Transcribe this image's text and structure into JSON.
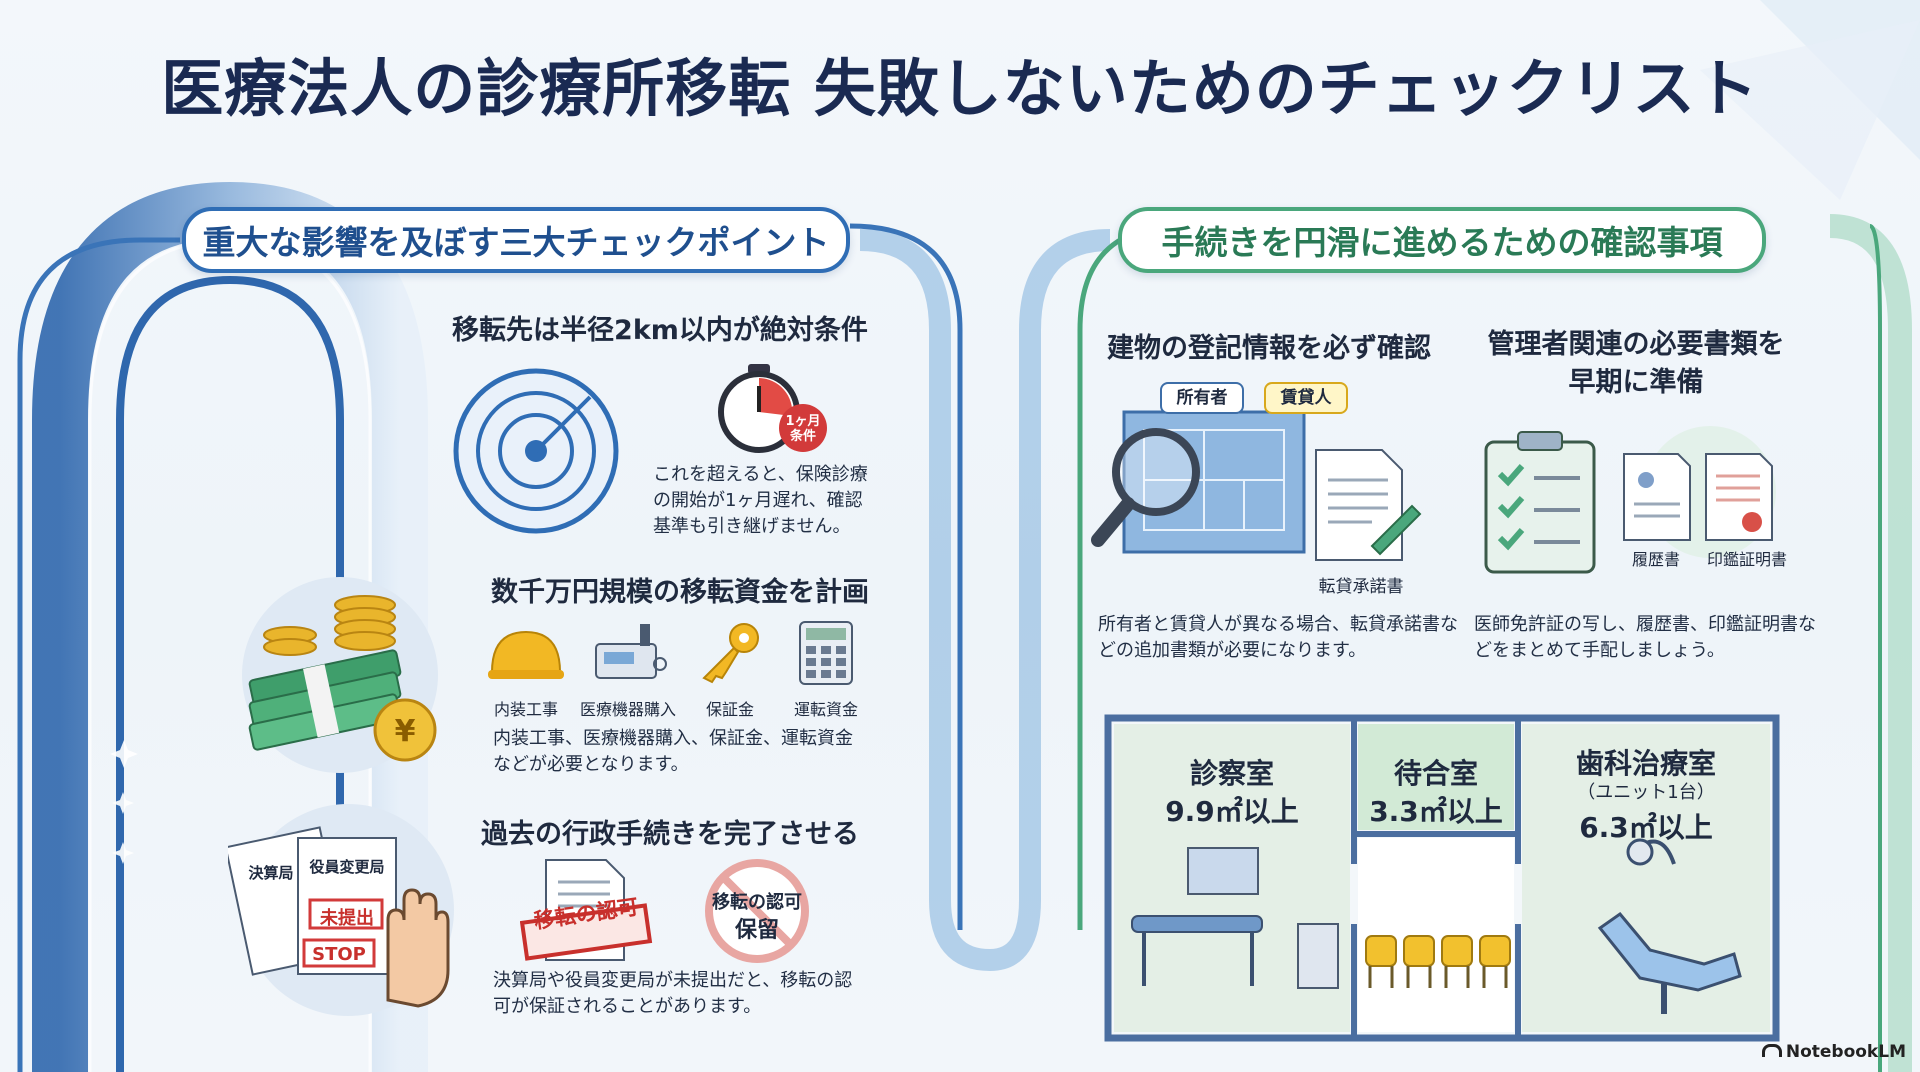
{
  "title": "医療法人の診療所移転 失敗しないためのチェックリスト",
  "left_section": {
    "heading": "重大な影響を及ぼす三大チェックポイント",
    "items": [
      {
        "title": "移転先は半径2km以内が絶対条件",
        "badge": "1ヶ月\n条件",
        "text": "これを超えると、保険診療の開始が1ヶ月遅れ、確認基準も引き継げません。"
      },
      {
        "title": "数千万円規模の移転資金を計画",
        "icon_labels": [
          "内装工事",
          "医療機器購入",
          "保証金",
          "運転資金"
        ],
        "text": "内装工事、医療機器購入、保証金、運転資金などが必要となります。"
      },
      {
        "title": "過去の行政手続きを完了させる",
        "stamp": "移転の認可",
        "hold": [
          "移転の認可",
          "保留"
        ],
        "doc_labels": [
          "決算局",
          "役員変更局",
          "未提出",
          "STOP"
        ],
        "text": "決算局や役員変更局が未提出だと、移転の認可が保証されることがあります。"
      }
    ]
  },
  "right_section": {
    "heading": "手続きを円滑に進めるための確認事項",
    "items": [
      {
        "title": "建物の登記情報を必ず確認",
        "tags": [
          "所有者",
          "賃貸人"
        ],
        "doc_label": "転貸承諾書",
        "text": "所有者と賃貸人が異なる場合、転貸承諾書などの追加書類が必要になります。"
      },
      {
        "title": "管理者関連の必要書類を\n早期に準備",
        "doc_labels": [
          "履歴書",
          "印鑑証明書"
        ],
        "text": "医師免許証の写し、履歴書、印鑑証明書などをまとめて手配しましょう。"
      }
    ],
    "rooms": [
      {
        "name": "診察室",
        "sub": "",
        "size": "9.9㎡以上"
      },
      {
        "name": "待合室",
        "sub": "",
        "size": "3.3㎡以上"
      },
      {
        "name": "歯科治療室",
        "sub": "（ユニット1台）",
        "size": "6.3㎡以上"
      }
    ]
  },
  "brand": "NotebookLM",
  "colors": {
    "blue": "#2f6db5",
    "green": "#4aa77c",
    "navy": "#1a2a52"
  }
}
